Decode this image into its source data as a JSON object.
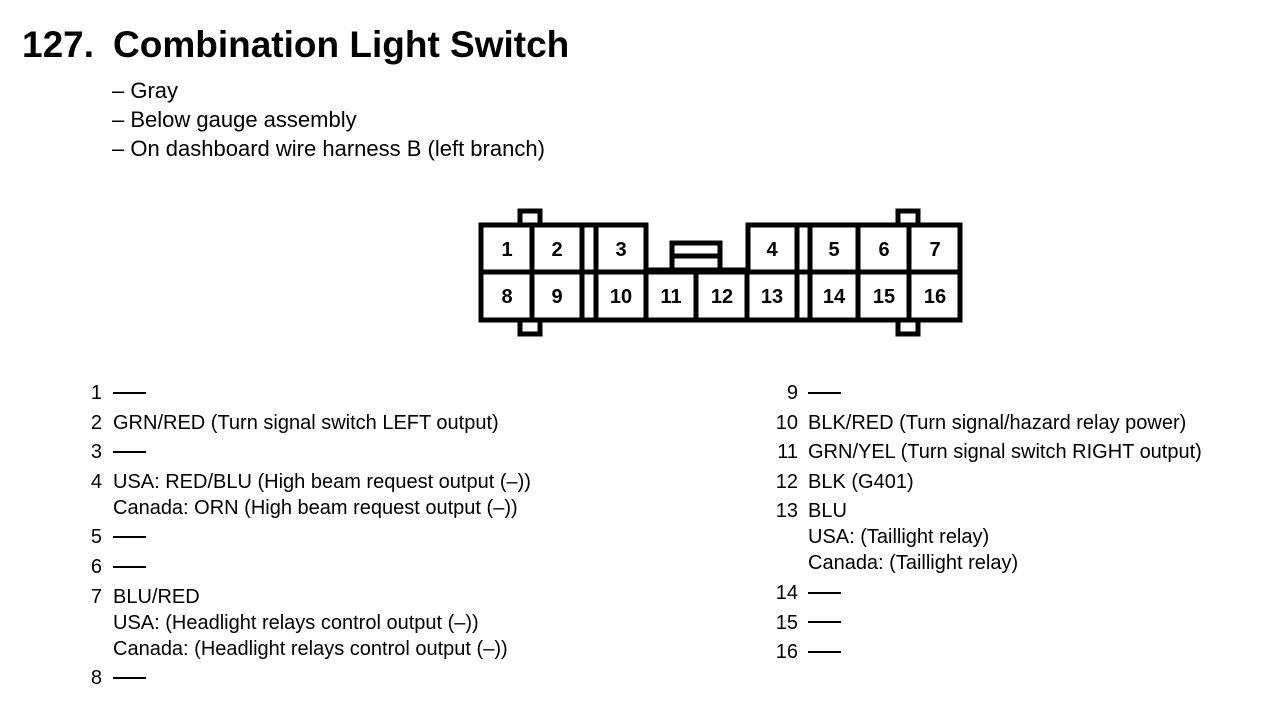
{
  "header": {
    "number": "127.",
    "title": "Combination Light Switch"
  },
  "description": [
    "– Gray",
    "– Below gauge assembly",
    "– On dashboard wire harness B (left branch)"
  ],
  "connector": {
    "top_row": [
      "1",
      "2",
      "3",
      "4",
      "5",
      "6",
      "7"
    ],
    "bottom_row": [
      "8",
      "9",
      "10",
      "11",
      "12",
      "13",
      "14",
      "15",
      "16"
    ]
  },
  "pins_left": [
    {
      "num": "1",
      "lines": []
    },
    {
      "num": "2",
      "lines": [
        "GRN/RED (Turn signal switch LEFT output)"
      ]
    },
    {
      "num": "3",
      "lines": []
    },
    {
      "num": "4",
      "lines": [
        "USA: RED/BLU (High beam request output (–))",
        "Canada: ORN (High beam request output (–))"
      ]
    },
    {
      "num": "5",
      "lines": []
    },
    {
      "num": "6",
      "lines": []
    },
    {
      "num": "7",
      "lines": [
        "BLU/RED",
        "USA: (Headlight relays control output (–))",
        "Canada: (Headlight relays control output (–))"
      ]
    },
    {
      "num": "8",
      "lines": []
    }
  ],
  "pins_right": [
    {
      "num": "9",
      "lines": []
    },
    {
      "num": "10",
      "lines": [
        "BLK/RED (Turn signal/hazard relay power)"
      ]
    },
    {
      "num": "11",
      "lines": [
        "GRN/YEL (Turn signal switch RIGHT output)"
      ]
    },
    {
      "num": "12",
      "lines": [
        "BLK (G401)"
      ]
    },
    {
      "num": "13",
      "lines": [
        "BLU",
        "USA: (Taillight relay)",
        "Canada: (Taillight relay)"
      ]
    },
    {
      "num": "14",
      "lines": []
    },
    {
      "num": "15",
      "lines": []
    },
    {
      "num": "16",
      "lines": []
    }
  ]
}
